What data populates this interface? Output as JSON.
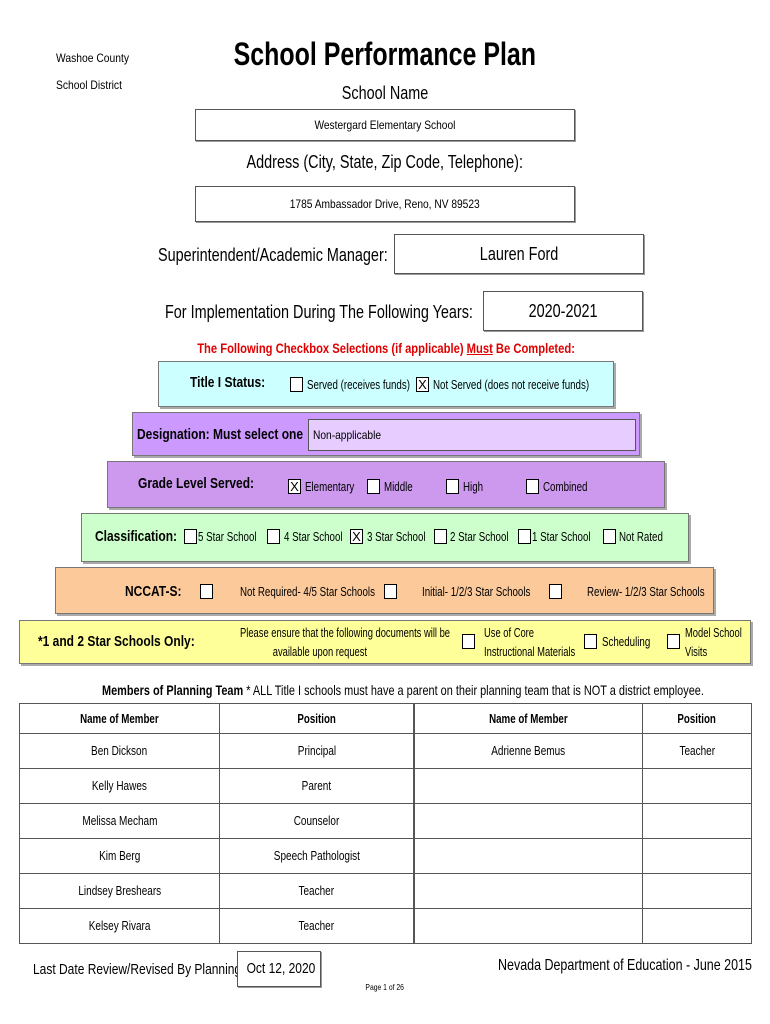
{
  "header": {
    "district_line1": "Washoe County",
    "district_line2": "School District",
    "title": "School Performance Plan",
    "school_name_label": "School Name",
    "school_name_value": "Westergard Elementary School",
    "address_label": "Address (City, State, Zip Code, Telephone):",
    "address_value": "1785 Ambassador Drive, Reno, NV 89523",
    "superintendent_label": "Superintendent/Academic Manager:",
    "superintendent_value": "Lauren Ford",
    "years_label": "For Implementation During The Following Years:",
    "years_value": "2020-2021"
  },
  "checkbox_notice": {
    "part1": "The Following Checkbox Selections (if applicable) ",
    "part2": "Must",
    "part3": " Be Completed:"
  },
  "title1": {
    "label": "Title I Status:",
    "served": "Served  (receives funds)",
    "served_checked": "",
    "not_served": "Not Served  (does not receive funds)",
    "not_served_checked": "X"
  },
  "designation": {
    "label": "Designation: Must select one",
    "value": "Non-applicable"
  },
  "grade_level": {
    "label": "Grade Level Served:",
    "options": [
      {
        "label": "Elementary",
        "mark": "X"
      },
      {
        "label": "Middle",
        "mark": ""
      },
      {
        "label": "High",
        "mark": ""
      },
      {
        "label": "Combined",
        "mark": ""
      }
    ]
  },
  "classification": {
    "label": "Classification:",
    "options": [
      {
        "label": "5 Star School",
        "mark": ""
      },
      {
        "label": "4 Star School",
        "mark": ""
      },
      {
        "label": "3 Star School",
        "mark": "X"
      },
      {
        "label": "2 Star School",
        "mark": ""
      },
      {
        "label": "1 Star School",
        "mark": ""
      },
      {
        "label": "Not Rated",
        "mark": ""
      }
    ]
  },
  "nccat": {
    "label": "NCCAT-S:",
    "options": [
      {
        "label": "Not Required- 4/5 Star Schools",
        "mark": ""
      },
      {
        "label": "Initial- 1/2/3 Star Schools",
        "mark": ""
      },
      {
        "label": "Review- 1/2/3 Star Schools",
        "mark": ""
      }
    ]
  },
  "star12": {
    "label": "*1 and 2 Star Schools Only:",
    "note_line1": "Please ensure that the following documents will be",
    "note_line2": "available upon request",
    "core_line1": "Use of Core",
    "core_line2": "Instructional Materials",
    "scheduling": "Scheduling",
    "model_line1": "Model School",
    "model_line2": "Visits"
  },
  "members": {
    "heading_bold": "Members of Planning Team",
    "heading_rest": " * ALL Title I schools must have a parent on their planning team that is NOT a district employee.",
    "col_name": "Name of Member",
    "col_position": "Position",
    "left": [
      {
        "name": "Ben Dickson",
        "position": "Principal"
      },
      {
        "name": "Kelly Hawes",
        "position": "Parent"
      },
      {
        "name": "Melissa Mecham",
        "position": "Counselor"
      },
      {
        "name": "Kim Berg",
        "position": "Speech Pathologist"
      },
      {
        "name": "Lindsey Breshears",
        "position": "Teacher"
      },
      {
        "name": "Kelsey Rivara",
        "position": "Teacher"
      }
    ],
    "right": [
      {
        "name": "Adrienne Bemus",
        "position": "Teacher"
      },
      {
        "name": "",
        "position": ""
      },
      {
        "name": "",
        "position": ""
      },
      {
        "name": "",
        "position": ""
      },
      {
        "name": "",
        "position": ""
      },
      {
        "name": "",
        "position": ""
      }
    ]
  },
  "footer": {
    "review_label": "Last Date Review/Revised By Planning Team:",
    "review_value": "Oct 12, 2020",
    "ndoe": "Nevada Department of Education - June 2015",
    "page": "Page 1 of 26"
  },
  "colors": {
    "title1_band": "#ccffff",
    "designation_band": "#cc99ff",
    "grade_band": "#cc99ee",
    "classification_band": "#ccffcc",
    "nccat_band": "#fcc99a",
    "star12_band": "#ffff99",
    "notice_red": "#e00000"
  }
}
